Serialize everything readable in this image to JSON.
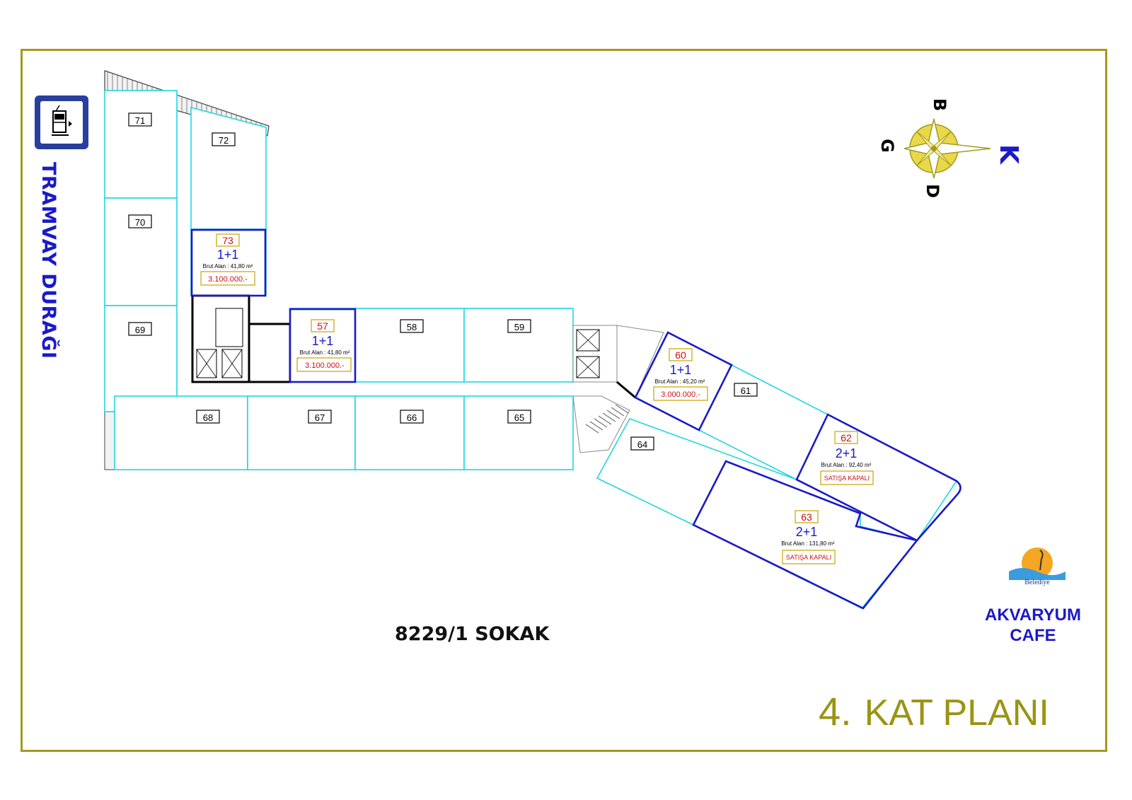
{
  "page": {
    "title_number": "4.",
    "title_text": "KAT PLANI",
    "street_label": "8229/1 SOKAK",
    "tram_label": "TRAMVAY DURAĞI",
    "cafe_label": [
      "AKVARYUM",
      "CAFE"
    ],
    "logo_text": "Belediye",
    "colors": {
      "frame": "#a39a1a",
      "unit_outline": "#22d6e0",
      "for_sale_outline": "#1a1ac8",
      "price_text": "#cc1010",
      "title": "#9a9414"
    }
  },
  "compass": {
    "north": "K",
    "south": "G",
    "east": "D",
    "west": "B"
  },
  "units": [
    {
      "no": "57",
      "type": "1+1",
      "area": "Brut Alan : 41,80 m²",
      "price": "3.100.000.-"
    },
    {
      "no": "58"
    },
    {
      "no": "59"
    },
    {
      "no": "60",
      "type": "1+1",
      "area": "Brut Alan : 45,20 m²",
      "price": "3.000.000.-"
    },
    {
      "no": "61"
    },
    {
      "no": "62",
      "type": "2+1",
      "area": "Brut Alan : 92,40 m²",
      "status": "SATIŞA KAPALI"
    },
    {
      "no": "63",
      "type": "2+1",
      "area": "Brut Alan : 131,80 m²",
      "status": "SATIŞA KAPALI"
    },
    {
      "no": "64"
    },
    {
      "no": "65"
    },
    {
      "no": "66"
    },
    {
      "no": "67"
    },
    {
      "no": "68"
    },
    {
      "no": "69"
    },
    {
      "no": "70"
    },
    {
      "no": "71"
    },
    {
      "no": "72"
    },
    {
      "no": "73",
      "type": "1+1",
      "area": "Brut Alan : 41,80 m²",
      "price": "3.100.000.-"
    }
  ]
}
